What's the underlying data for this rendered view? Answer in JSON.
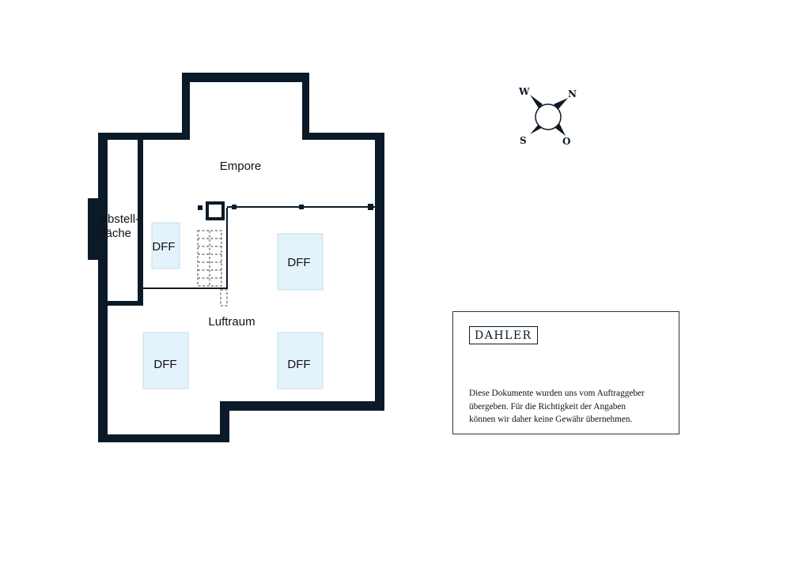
{
  "rooms": {
    "empore": "Empore",
    "abstell_line1": "Abstell-",
    "abstell_line2": "fläche",
    "luftraum": "Luftraum"
  },
  "skylights": {
    "label": "DFF"
  },
  "compass": {
    "w": "W",
    "n": "N",
    "s": "S",
    "o": "O"
  },
  "disclaimer": {
    "logo": "DAHLER",
    "line1": "Diese Dokumente wurden uns vom Auftraggeber",
    "line2": "übergeben. Für die Richtigkeit der Angaben",
    "line3": "können wir daher keine Gewähr übernehmen."
  },
  "colors": {
    "wall": "#0b1a28",
    "skylight_fill": "#e3f3fb",
    "skylight_stroke": "#c5dde8"
  }
}
